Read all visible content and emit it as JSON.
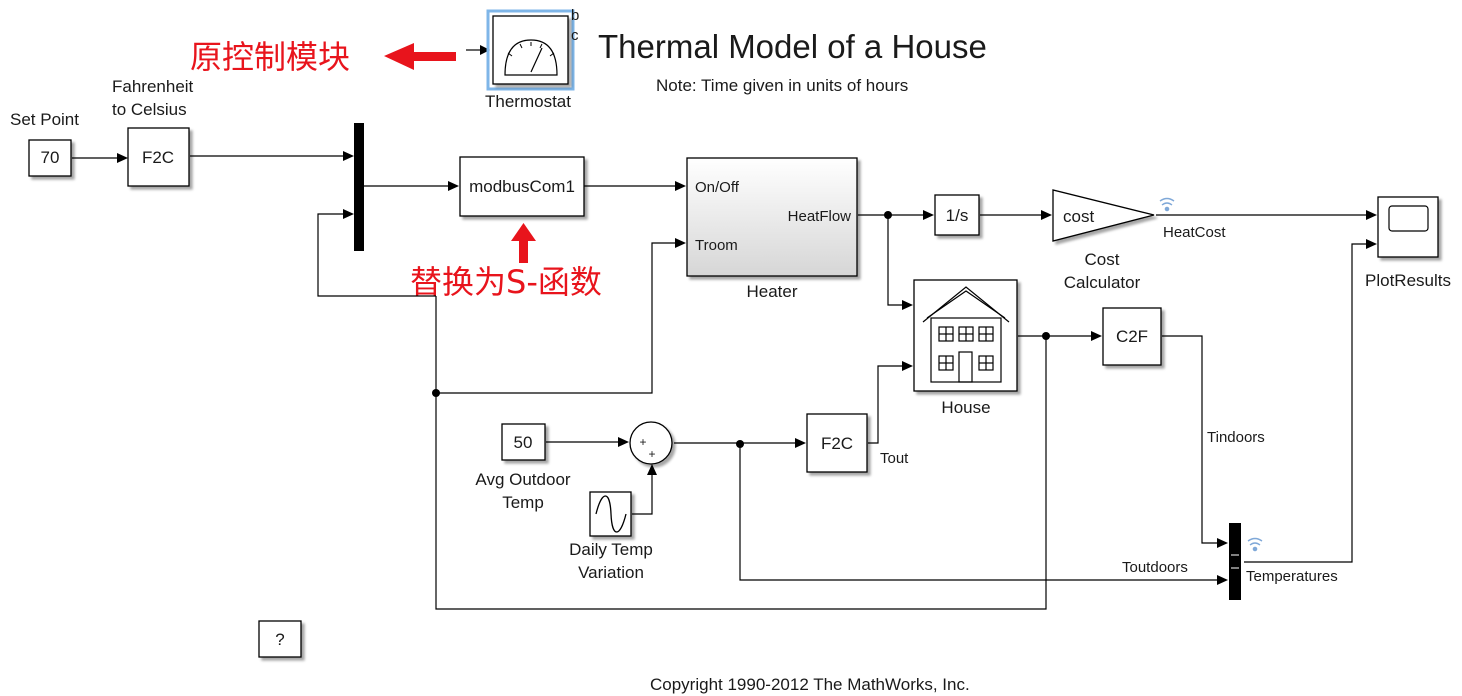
{
  "title": "Thermal Model of a House",
  "note": "Note: Time given in units of hours",
  "copyright": "Copyright 1990-2012 The MathWorks, Inc.",
  "annotations": {
    "original_block": "原控制模块",
    "replace_note": "替换为S-函数"
  },
  "accent_color": "#e8141c",
  "blocks": {
    "setpoint_label": "Set Point",
    "setpoint_value": "70",
    "f2c_top_label_1": "Fahrenheit",
    "f2c_top_label_2": "to Celsius",
    "f2c_top": "F2C",
    "thermostat_label": "Thermostat",
    "thermostat_ports": [
      "b",
      "c"
    ],
    "modbus": "modbusCom1",
    "heater_in1": "On/Off",
    "heater_in2": "Troom",
    "heater_out": "HeatFlow",
    "heater_label": "Heater",
    "integrator": "1/s",
    "cost": "cost",
    "cost_label_1": "Cost",
    "cost_label_2": "Calculator",
    "heatcost_signal": "HeatCost",
    "plot_label": "PlotResults",
    "house_label": "House",
    "c2f": "C2F",
    "tindoors": "Tindoors",
    "toutdoors": "Toutdoors",
    "temperatures": "Temperatures",
    "avg_value": "50",
    "avg_label_1": "Avg Outdoor",
    "avg_label_2": "Temp",
    "daily_label_1": "Daily Temp",
    "daily_label_2": "Variation",
    "f2c_bottom": "F2C",
    "tout": "Tout",
    "sum_signs": [
      "+",
      "+"
    ],
    "help": "?"
  }
}
